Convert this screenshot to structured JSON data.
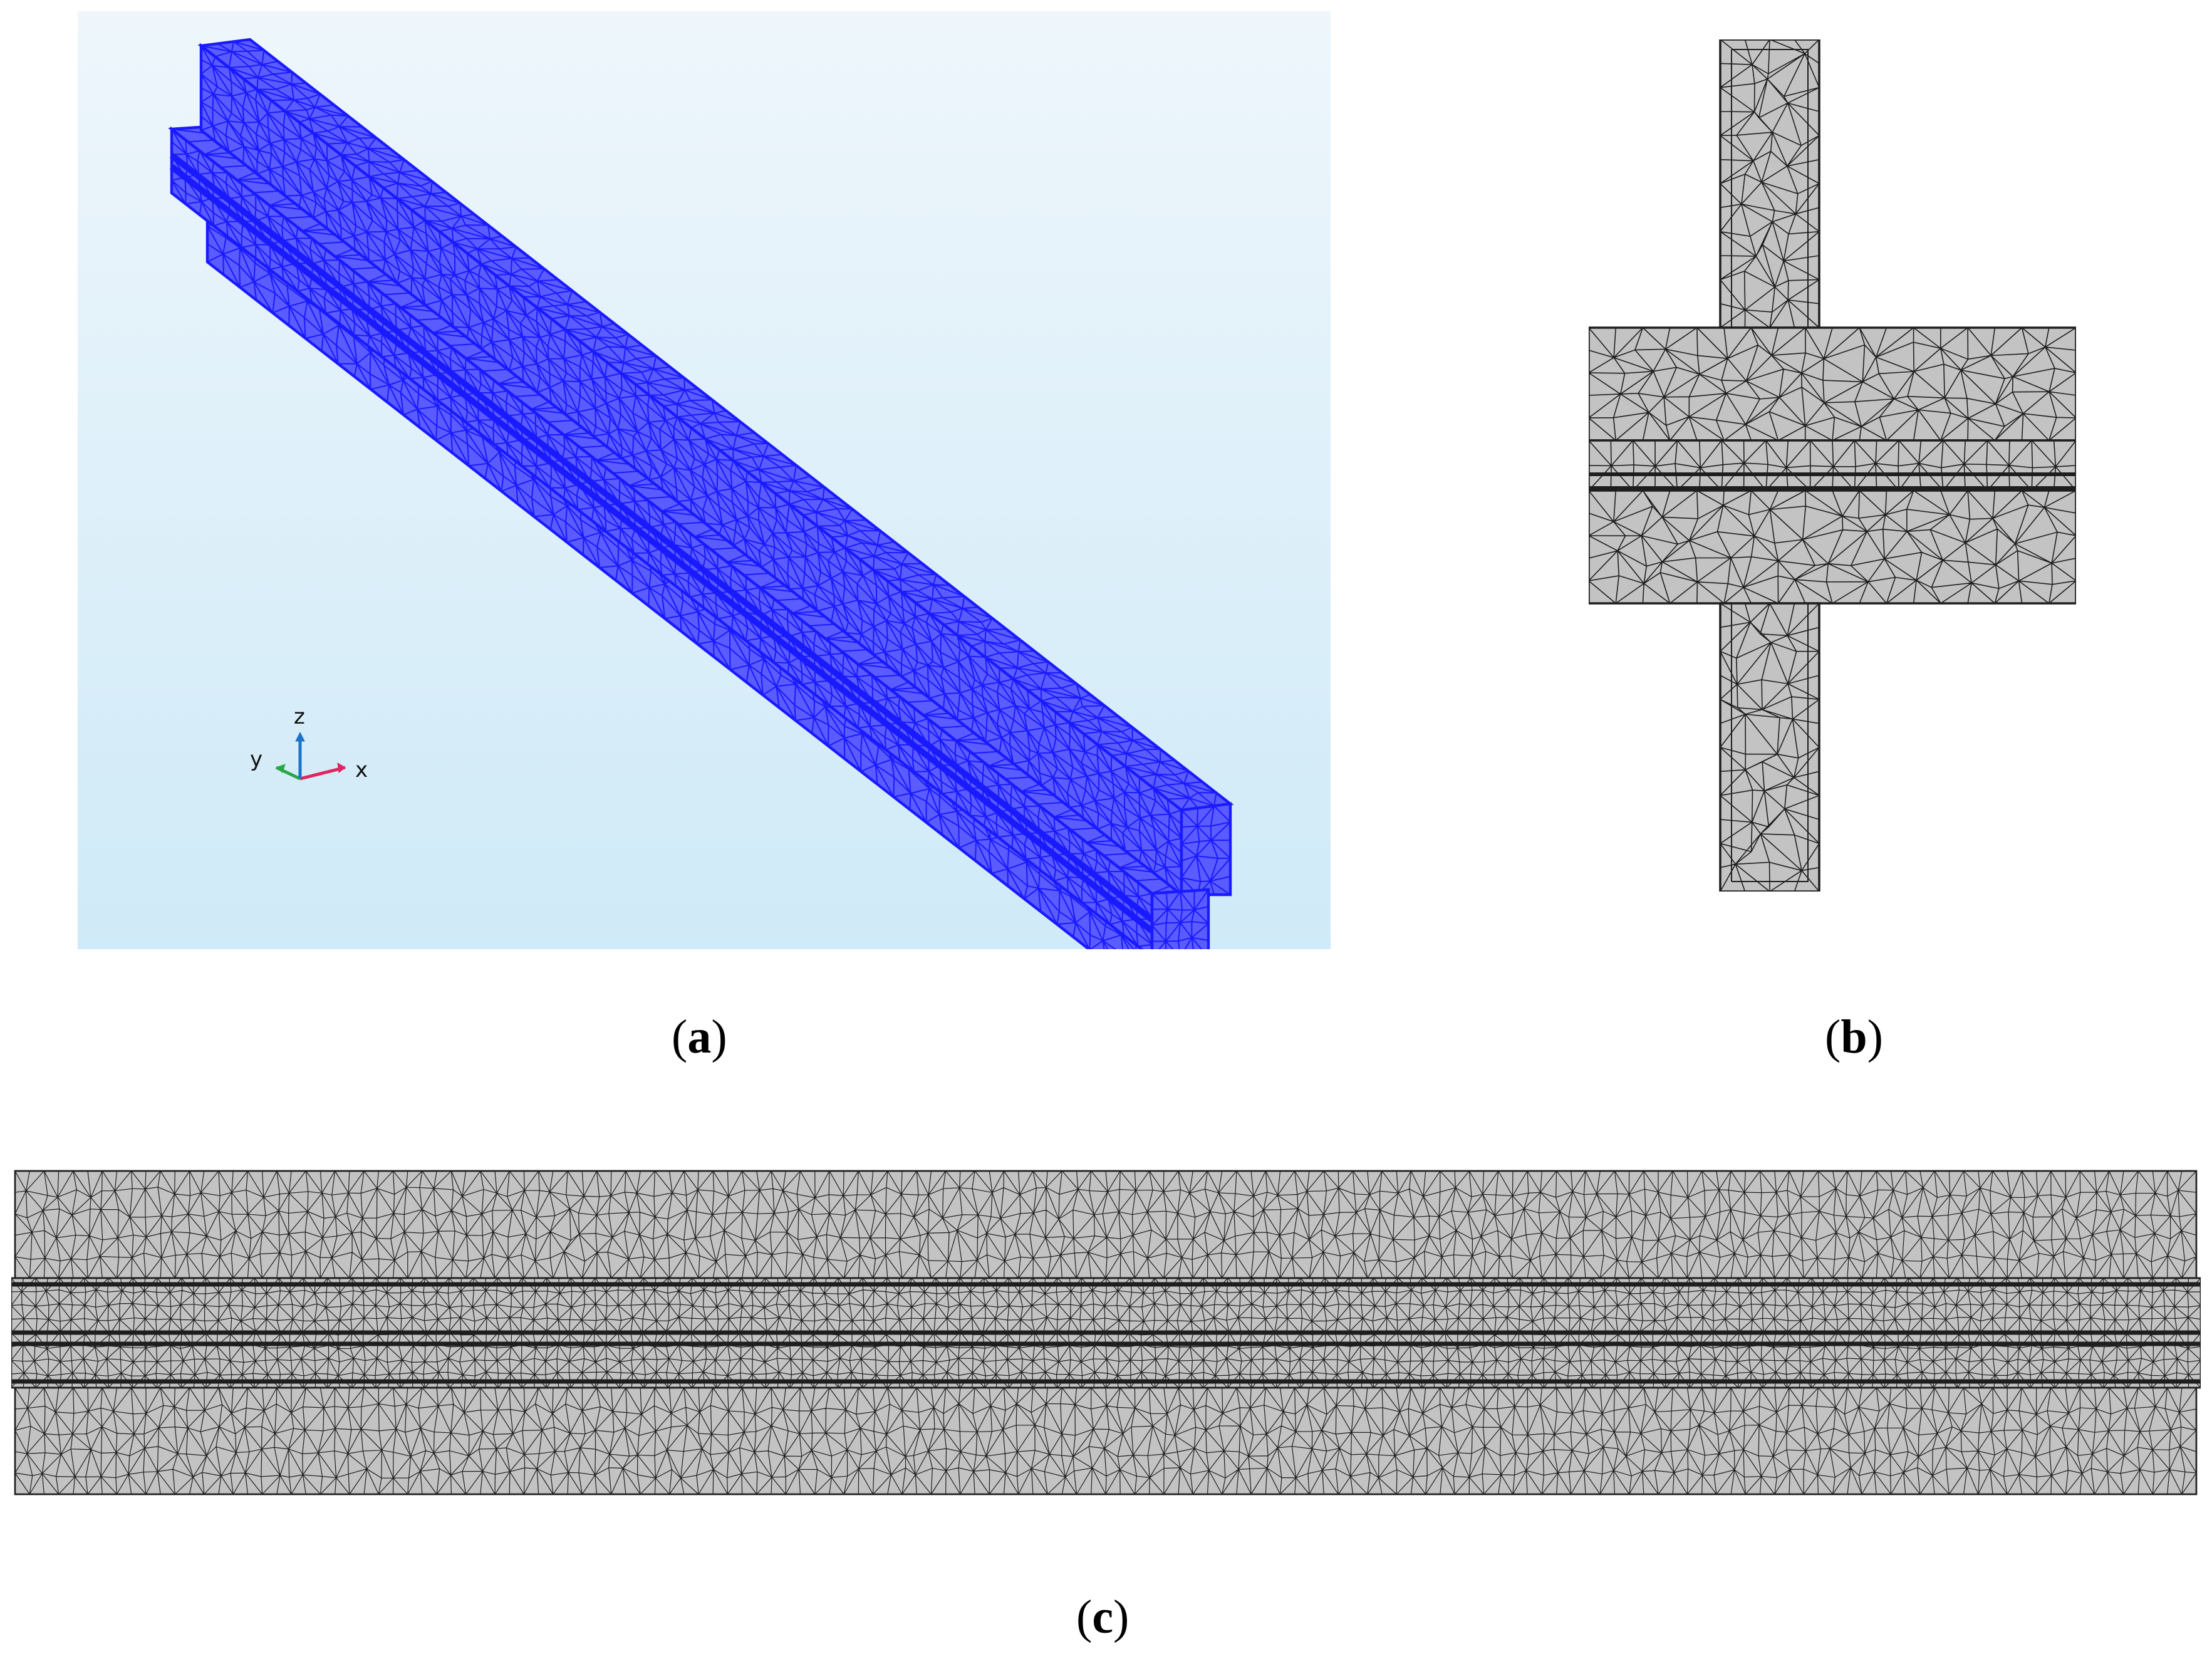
{
  "panels": [
    {
      "id": "a",
      "caption_open": "(",
      "caption_letter": "a",
      "caption_close": ")"
    },
    {
      "id": "b",
      "caption_open": "(",
      "caption_letter": "b",
      "caption_close": ")"
    },
    {
      "id": "c",
      "caption_open": "(",
      "caption_letter": "c",
      "caption_close": ")"
    }
  ],
  "triad": {
    "x_label": "x",
    "y_label": "y",
    "z_label": "z"
  },
  "colors": {
    "viewport_top": "#eef6fb",
    "viewport_bottom": "#cfeaf8",
    "mesh_blue": "#1a1aff",
    "mesh_blue_fill": "#5a5cff",
    "mesh_gray_fill": "#c3c3c3",
    "mesh_line": "#1e1e1e",
    "axis_x": "#e0245e",
    "axis_y": "#27a844",
    "axis_z": "#1d73c9"
  }
}
